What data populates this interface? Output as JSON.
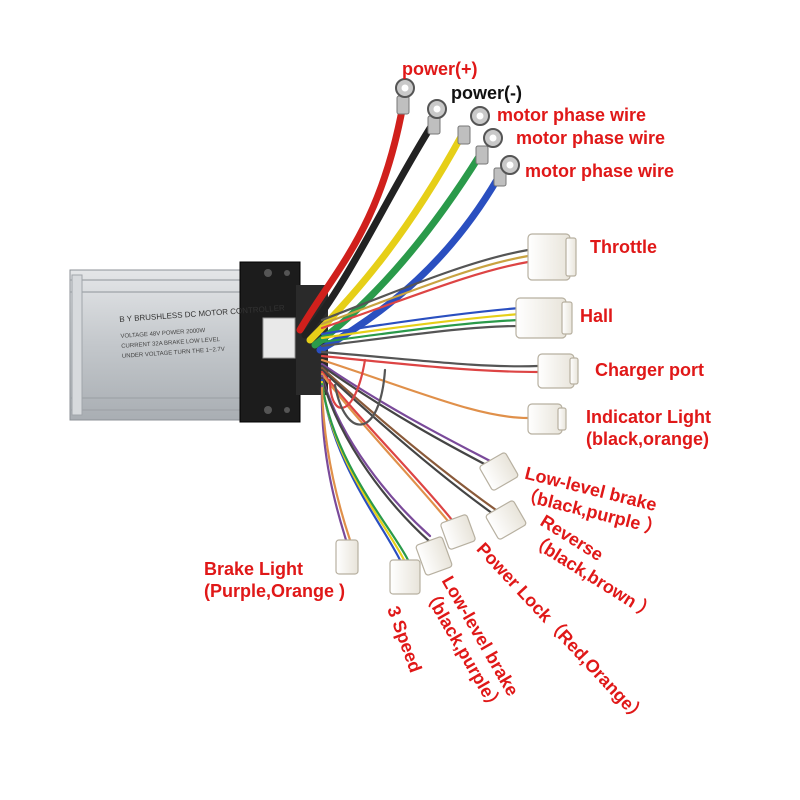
{
  "colors": {
    "label_red": "#e01818",
    "label_black": "#111111"
  },
  "controller": {
    "label_line1": "B Y  BRUSHLESS DC MOTOR CONTROLLER",
    "spec_lines": [
      "VOLTAGE  48V    POWER  2000W",
      "CURRENT  32A    BRAKE  LOW LEVEL",
      "UNDER VOLTAGE    TURN  THE  1~2.7V"
    ]
  },
  "labels": {
    "power_pos": "power(+)",
    "power_neg": "power(-)",
    "motor_phase_1": "motor phase wire",
    "motor_phase_2": "motor phase wire",
    "motor_phase_3": "motor phase wire",
    "throttle": "Throttle",
    "hall": "Hall",
    "charger_port": "Charger port",
    "indicator_light": "Indicator Light",
    "indicator_light_colors": "(black,orange)",
    "low_level_brake_right": "Low-level brake",
    "low_level_brake_right_colors": "（black,purple ）",
    "reverse": "Reverse",
    "reverse_colors": "（black,brown ）",
    "power_lock": "Power Lock（Red,Orange）",
    "low_level_brake_bottom": "Low-level brake",
    "low_level_brake_bottom_colors": "（black,purple）",
    "three_speed": "3 Speed",
    "brake_light": "Brake Light",
    "brake_light_colors": "(Purple,Orange )"
  }
}
